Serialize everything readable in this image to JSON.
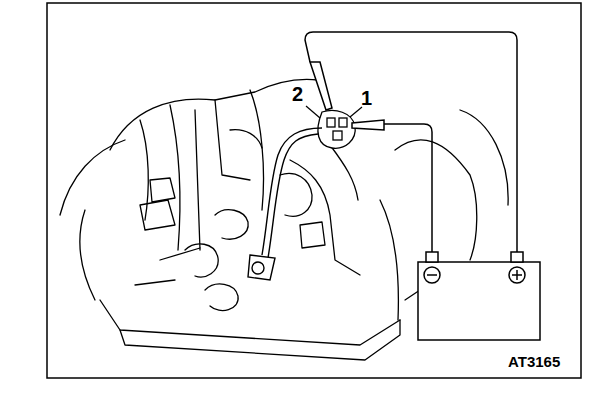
{
  "diagram": {
    "labels": [
      "2",
      "1",
      "AT3165"
    ]
  }
}
